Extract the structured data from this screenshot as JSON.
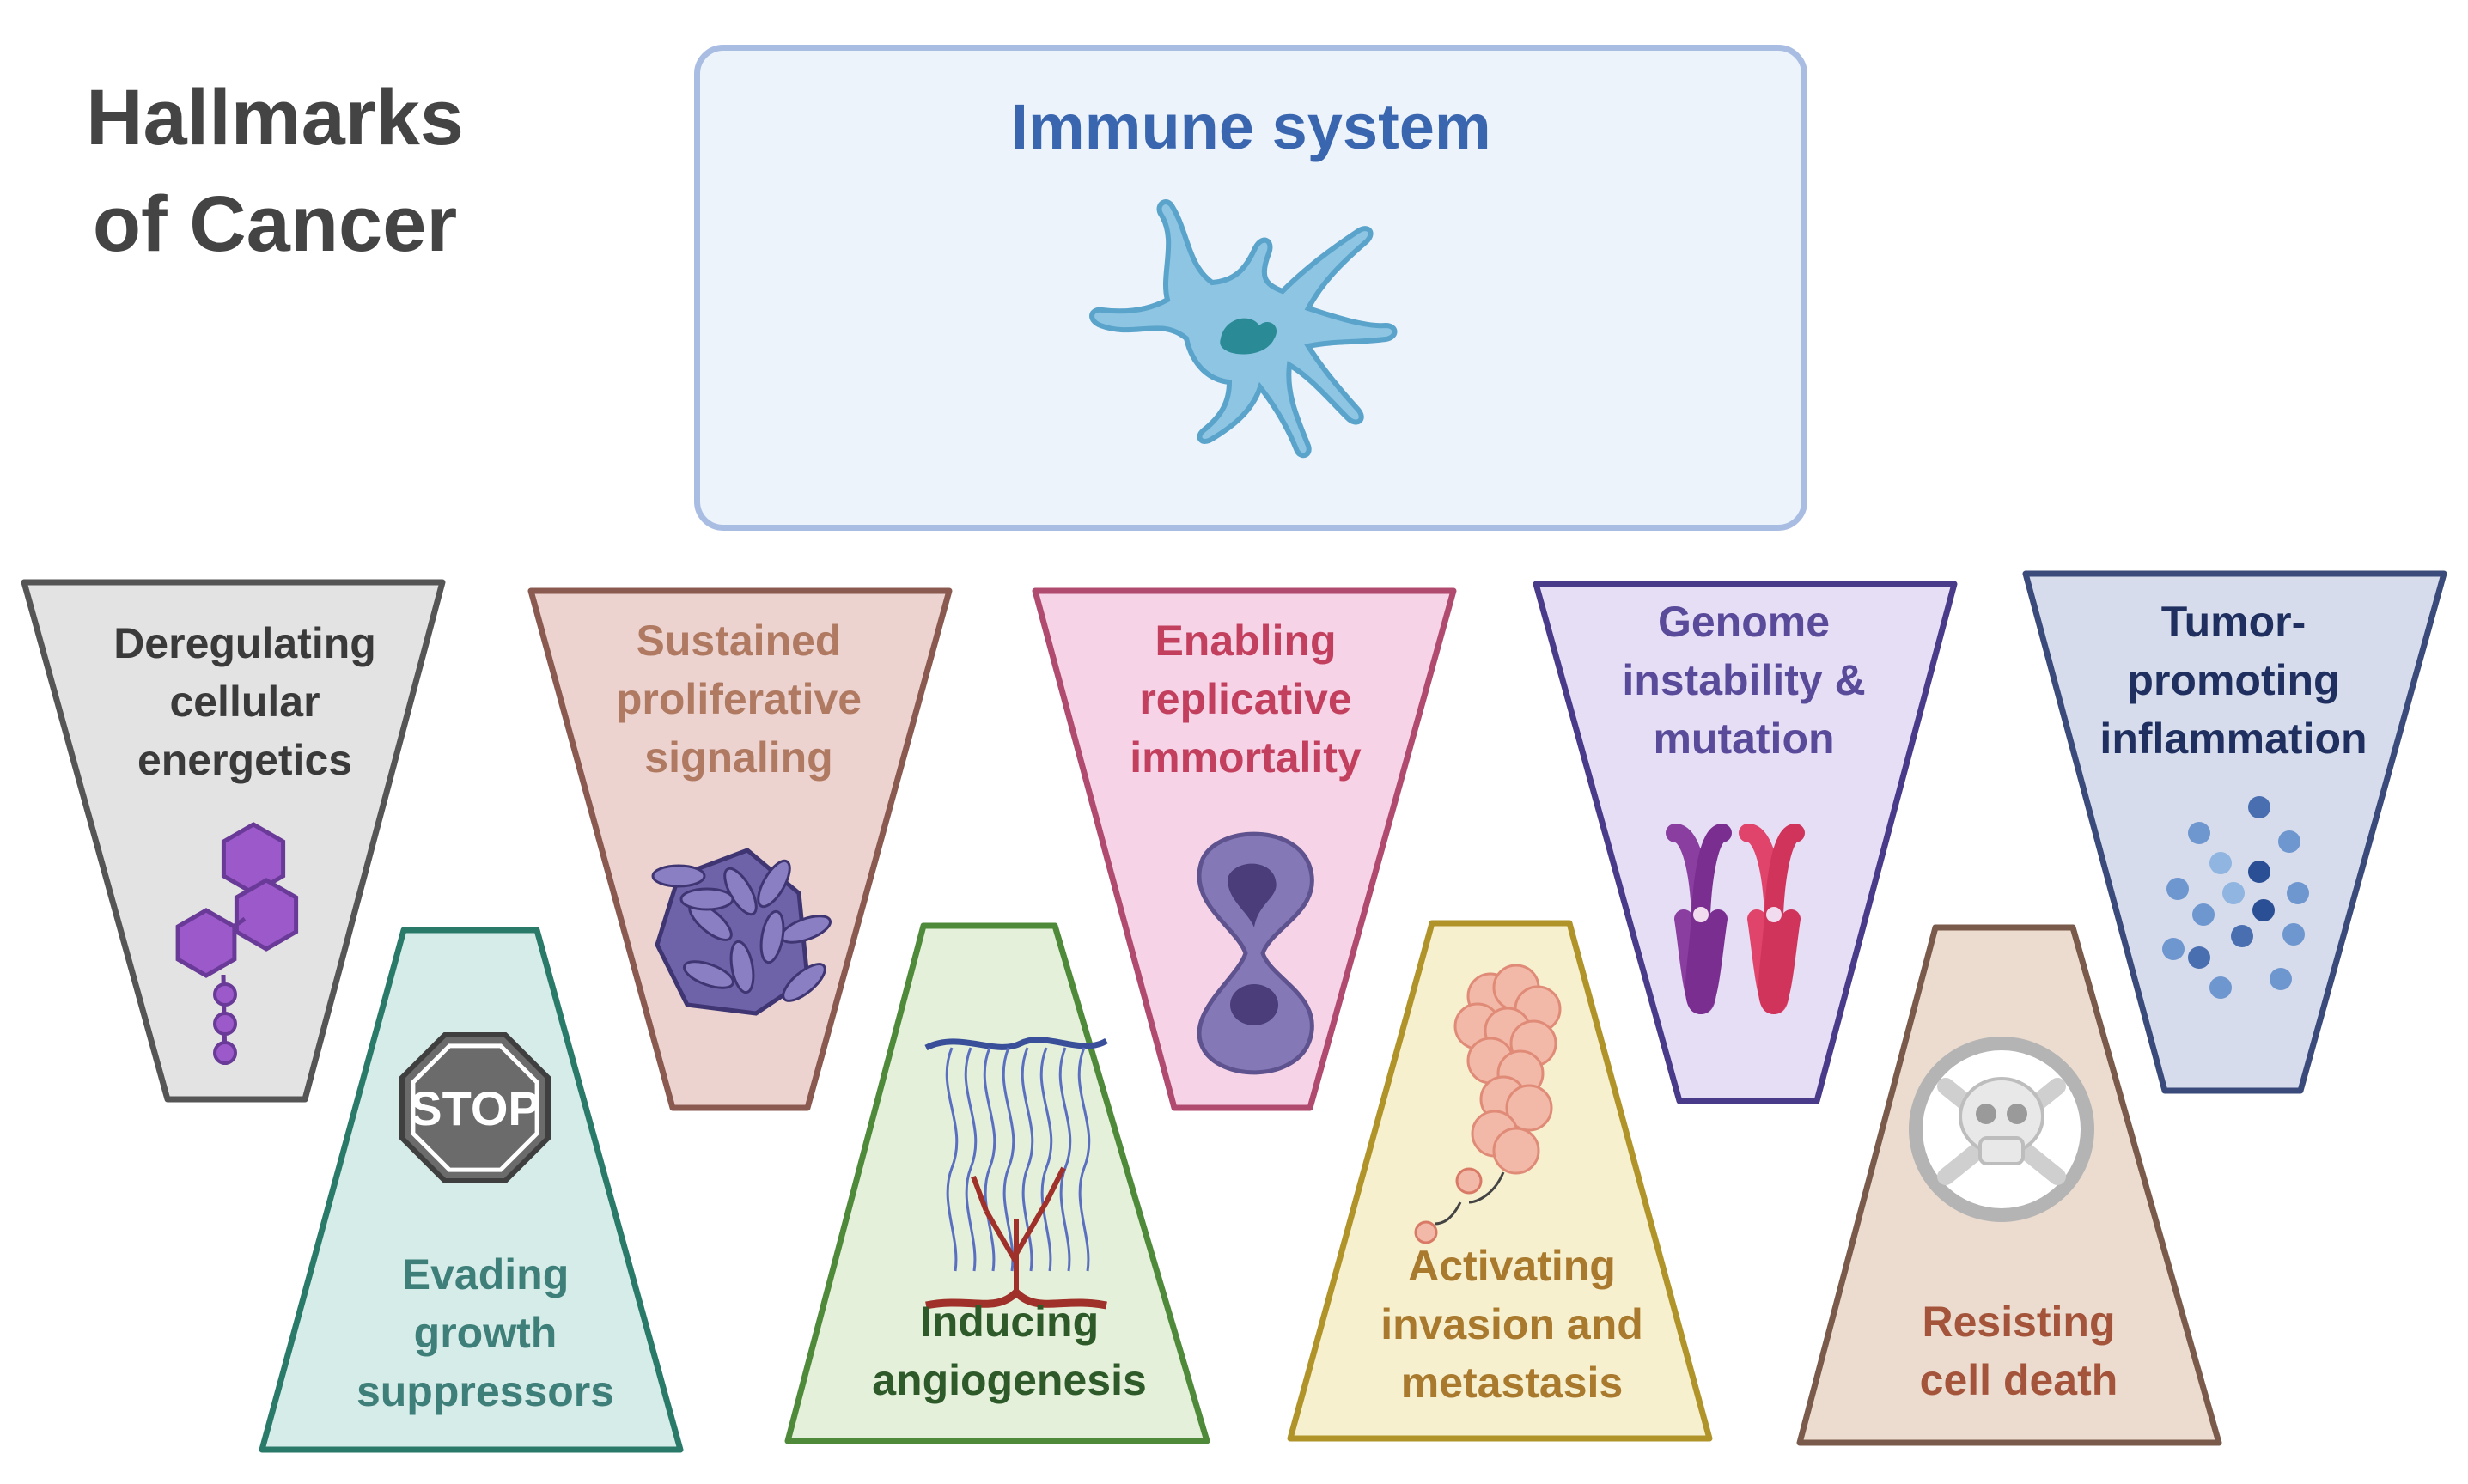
{
  "title": "Hallmarks\nof Cancer",
  "immune": {
    "label": "Immune system",
    "icon": "dendritic-cell-icon"
  },
  "hallmarks": [
    {
      "id": "energetics",
      "label": "Deregulating\ncellular\nenergetics",
      "icon": "hexagon-chain-icon",
      "color": "#3a3a3a",
      "fill": "#e3e3e3",
      "stroke": "#555555"
    },
    {
      "id": "proliferative",
      "label": "Sustained\nproliferative\nsignaling",
      "icon": "cell-cluster-icon",
      "color": "#b07a62",
      "fill": "#ecd3cf",
      "stroke": "#8a5a50"
    },
    {
      "id": "immortality",
      "label": "Enabling\nreplicative\nimmortality",
      "icon": "dividing-cell-icon",
      "color": "#c2405e",
      "fill": "#f6d3e6",
      "stroke": "#b04a6e"
    },
    {
      "id": "genome",
      "label": "Genome\ninstability &\nmutation",
      "icon": "chromosome-icon",
      "color": "#5a4a9a",
      "fill": "#e5def5",
      "stroke": "#4a3a8a"
    },
    {
      "id": "inflammation",
      "label": "Tumor-\npromoting\ninflammation",
      "icon": "dots-cluster-icon",
      "color": "#1f2f5f",
      "fill": "#d6dcec",
      "stroke": "#3a4a7a"
    },
    {
      "id": "suppressors",
      "label": "Evading\ngrowth\nsuppressors",
      "icon": "stop-sign-icon",
      "color": "#3f7f7a",
      "fill": "#d6ece9",
      "stroke": "#2a7a6a",
      "stop": "STOP"
    },
    {
      "id": "angiogenesis",
      "label": "Inducing\nangiogenesis",
      "icon": "blood-vessel-icon",
      "color": "#2e5a2a",
      "fill": "#e4f0d9",
      "stroke": "#4e8a3a"
    },
    {
      "id": "invasion",
      "label": "Activating\ninvasion and\nmetastasis",
      "icon": "metastasis-icon",
      "color": "#a97a2e",
      "fill": "#f6f0cf",
      "stroke": "#b0942a"
    },
    {
      "id": "celldeath",
      "label": "Resisting\ncell death",
      "icon": "skull-icon",
      "color": "#a4543a",
      "fill": "#ecdccf",
      "stroke": "#7a5a4a"
    }
  ]
}
